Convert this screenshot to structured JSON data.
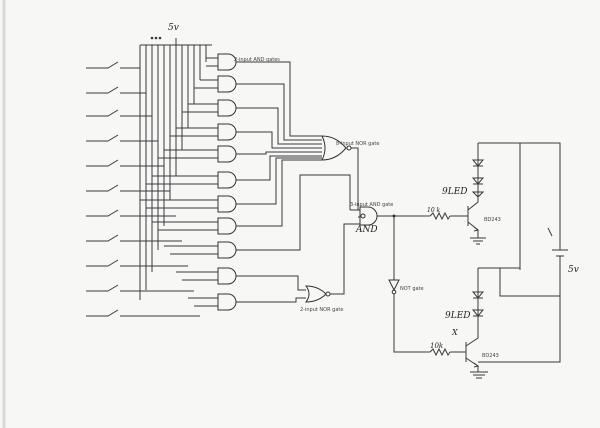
{
  "labels": {
    "supply_top": "5v",
    "and_gates": "2-input AND gates",
    "nor8": "8-input NOR gate",
    "and3": "3-input AND gate",
    "and_hand": "AND",
    "res_top": "10 k",
    "led_top_hand": "9LED",
    "transistor_top": "BD243",
    "not_gate": "NOT gate",
    "led_bottom_hand": "9LED",
    "led_bottom_mark": "X",
    "res_bottom": "10k",
    "transistor_bottom": "BD243",
    "nor2": "2-input NOR gate",
    "supply_right": "5v"
  }
}
